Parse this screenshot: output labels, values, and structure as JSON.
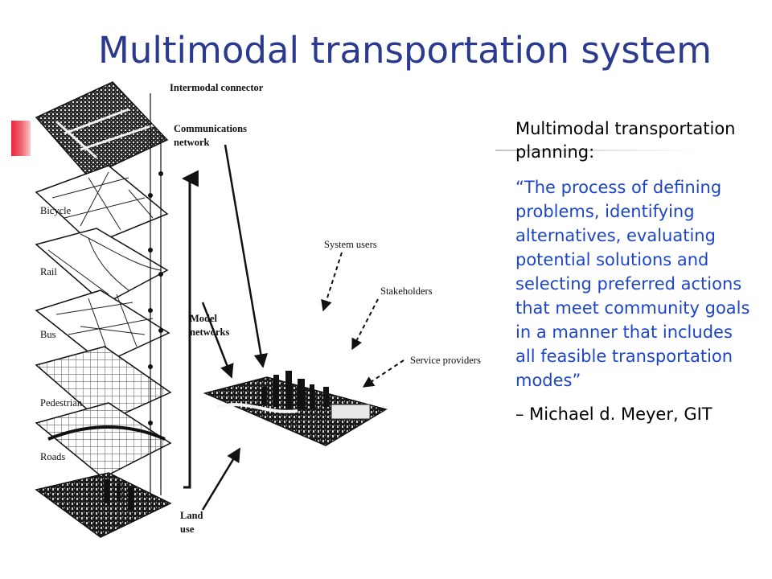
{
  "title": "Multimodal transportation system",
  "accent_color": "#e8253a",
  "figure": {
    "labels": {
      "intermodal_connector": "Intermodal connector",
      "communications_line1": "Communications",
      "communications_line2": "network",
      "bicycle": "Bicycle",
      "rail": "Rail",
      "bus": "Bus",
      "pedestrian": "Pedestrian",
      "roads": "Roads",
      "land_line1": "Land",
      "land_line2": "use",
      "model_line1": "Model",
      "model_line2": "networks",
      "system_users": "System users",
      "stakeholders": "Stakeholders",
      "service_providers": "Service providers"
    }
  },
  "side": {
    "heading": "Multimodal transportation planning:",
    "quote": "“The process of defining problems, identifying alternatives, evaluating potential solutions and selecting preferred actions that meet community goals in a manner that includes all feasible transportation modes”",
    "attribution": "– Michael d. Meyer, GIT"
  }
}
